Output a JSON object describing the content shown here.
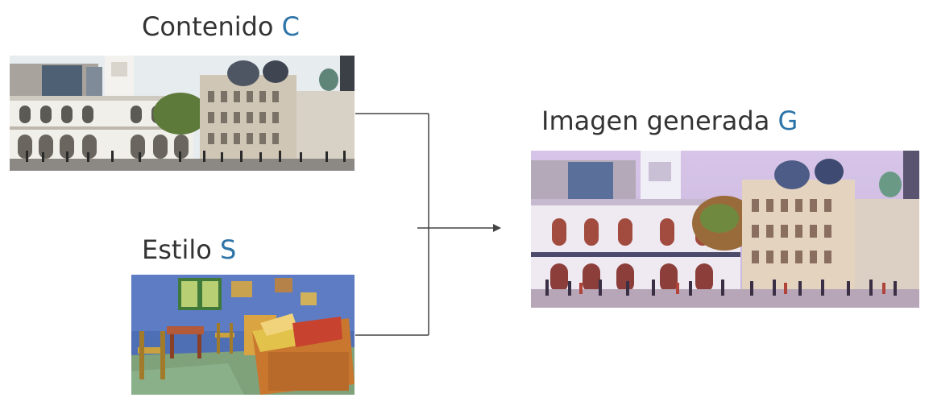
{
  "content_image": {
    "label_text": "Contenido",
    "label_symbol": "C"
  },
  "style_image": {
    "label_text": "Estilo",
    "label_symbol": "S"
  },
  "generated_image": {
    "label_text": "Imagen generada",
    "label_symbol": "G"
  },
  "colors": {
    "label": "#333333",
    "symbol_accent": "#2d74a8",
    "connector": "#444444"
  },
  "icons": {
    "connector_arrow": "right-arrow-icon"
  }
}
